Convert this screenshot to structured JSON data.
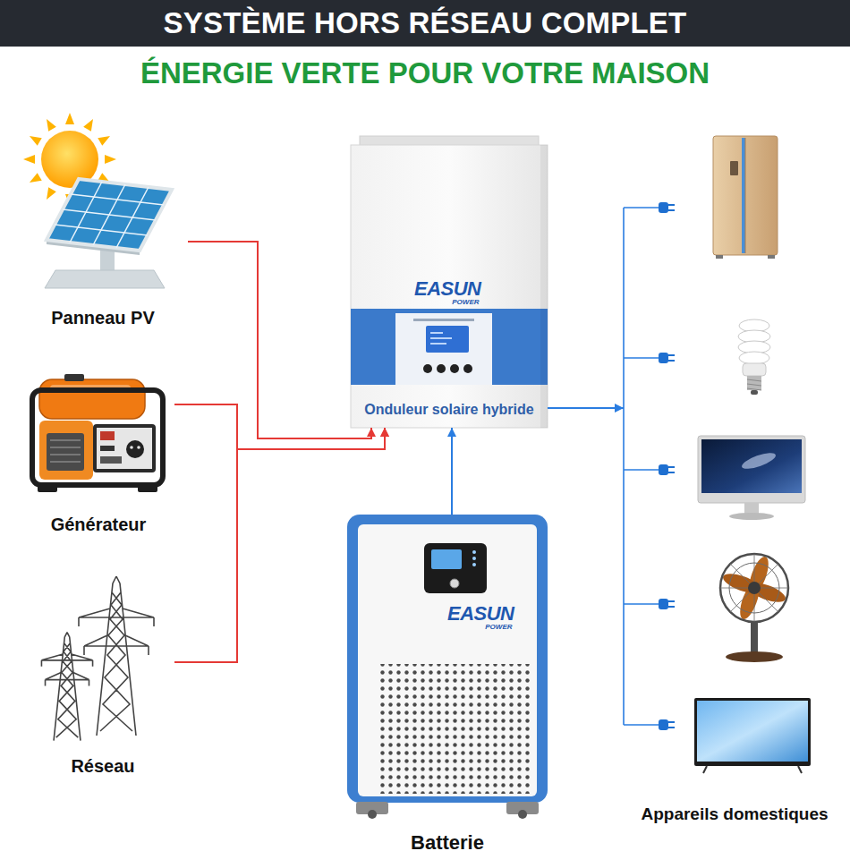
{
  "diagram": {
    "title": "SYSTÈME HORS RÉSEAU COMPLET",
    "nodes": [
      {
        "text": [
          "Panneau PV"
        ]
      },
      {
        "text": [
          "Générateur"
        ]
      },
      {
        "text": [
          "Réseau"
        ]
      },
      {
        "text": [
          "Onduleur solaire hybride"
        ]
      },
      {
        "text": [
          "Batterie"
        ]
      },
      {
        "text": [
          "Appareils domestiques"
        ]
      }
    ],
    "edges": [
      {
        "from": 0,
        "to": 3,
        "arrow": "to"
      },
      {
        "from": 1,
        "to": 3,
        "arrow": "to"
      },
      {
        "from": 2,
        "to": 3,
        "arrow": "to"
      },
      {
        "from": 4,
        "to": 3,
        "arrow": "to"
      },
      {
        "from": 3,
        "to": 5,
        "arrow": "to"
      }
    ],
    "labels": [
      "ÉNERGIE VERTE POUR VOTRE MAISON",
      "EASUN",
      "POWER",
      "EASUN",
      "POWER"
    ]
  }
}
